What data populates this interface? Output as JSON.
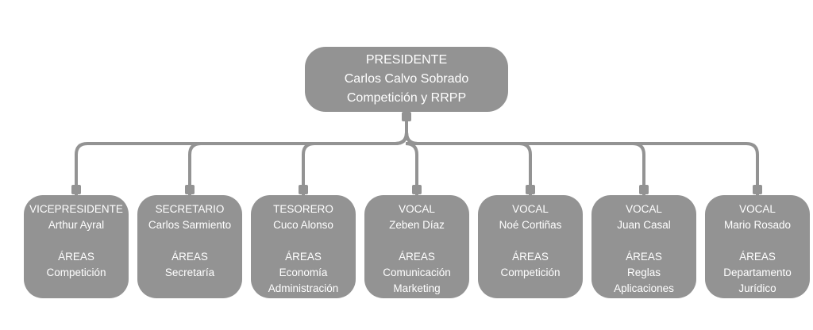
{
  "colors": {
    "node_fill": "#939393",
    "text": "#ffffff",
    "connector": "#939393"
  },
  "president": {
    "role": "PRESIDENTE",
    "name": "Carlos Calvo Sobrado",
    "area": "Competición y RRPP"
  },
  "members": [
    {
      "role": "VICEPRESIDENTE",
      "name": "Arthur Ayral",
      "areas_label": "ÁREAS",
      "areas": [
        "Competición"
      ]
    },
    {
      "role": "SECRETARIO",
      "name": "Carlos Sarmiento",
      "areas_label": "ÁREAS",
      "areas": [
        "Secretaría"
      ]
    },
    {
      "role": "TESORERO",
      "name": "Cuco Alonso",
      "areas_label": "ÁREAS",
      "areas": [
        "Economía",
        "Administración"
      ]
    },
    {
      "role": "VOCAL",
      "name": "Zeben Díaz",
      "areas_label": "ÁREAS",
      "areas": [
        "Comunicación",
        "Marketing"
      ]
    },
    {
      "role": "VOCAL",
      "name": "Noé Cortiñas",
      "areas_label": "ÁREAS",
      "areas": [
        "Competición"
      ]
    },
    {
      "role": "VOCAL",
      "name": "Juan Casal",
      "areas_label": "ÁREAS",
      "areas": [
        "Reglas",
        "Aplicaciones"
      ]
    },
    {
      "role": "VOCAL",
      "name": "Mario Rosado",
      "areas_label": "ÁREAS",
      "areas": [
        "Departamento",
        "Jurídico"
      ]
    }
  ]
}
